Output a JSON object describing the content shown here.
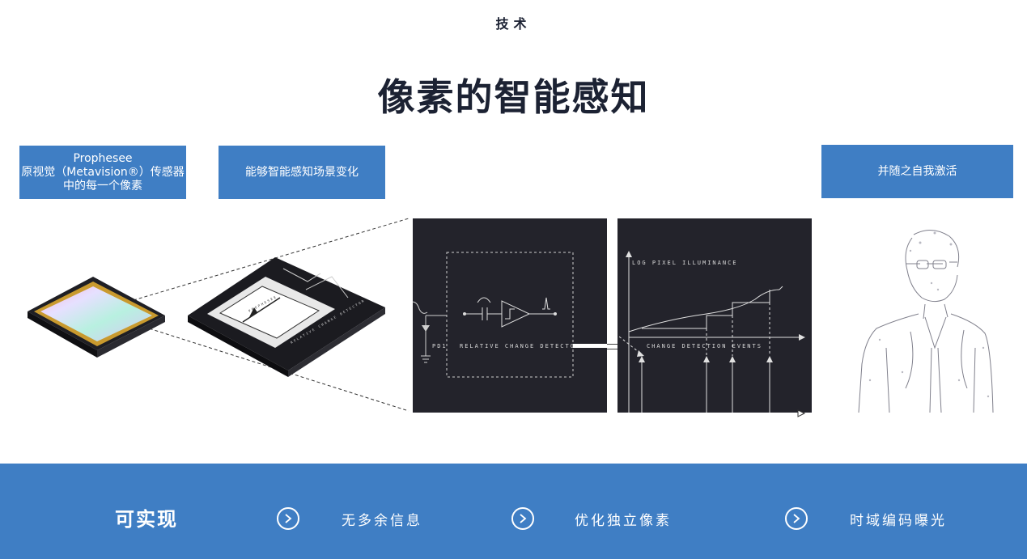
{
  "header": {
    "kicker": "技术",
    "title": "像素的智能感知"
  },
  "captions": {
    "left_line1": "Prophesee",
    "left_line2": "原视觉（Metavision®）传感器",
    "left_line3": "中的每一个像素",
    "middle": "能够智能感知场景变化",
    "right": "并随之自我激活"
  },
  "chip": {
    "label": "RELATIVE CHANGE DETECTOR",
    "brand": "PROPHESEE"
  },
  "circuit_panel": {
    "pd_label": "PD1",
    "label": "RELATIVE CHANGE DETECTOR"
  },
  "graph_panel": {
    "ylabel": "LOG PIXEL ILLUMINANCE",
    "xlabel": "CHANGE DETECTION EVENTS"
  },
  "footer": {
    "label": "可实现",
    "features": [
      "无多余信息",
      "优化独立像素",
      "时域编码曝光"
    ]
  },
  "colors": {
    "accent": "#3f7ec4",
    "dark_panel": "#23232b",
    "title": "#1c2233"
  }
}
